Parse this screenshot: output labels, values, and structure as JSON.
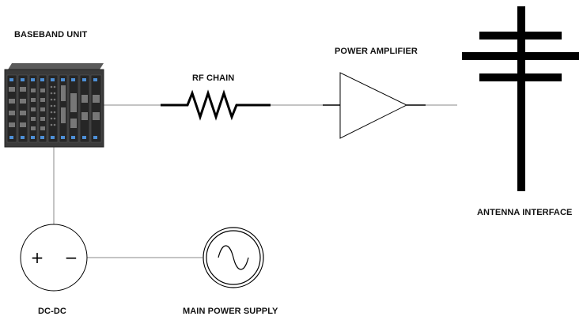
{
  "labels": {
    "baseband_unit": "BASEBAND UNIT",
    "rf_chain": "RF CHAIN",
    "power_amplifier": "POWER AMPLIFIER",
    "antenna_interface": "ANTENNA INTERFACE",
    "dc_dc": "DC-DC",
    "main_power_supply": "MAIN POWER SUPPLY"
  },
  "symbols": {
    "dc_plus": "+",
    "dc_minus": "−"
  },
  "colors": {
    "wire": "#888888",
    "symbol": "#000000",
    "chassis": "#3a3a3a",
    "led": "#4d8fd6"
  }
}
